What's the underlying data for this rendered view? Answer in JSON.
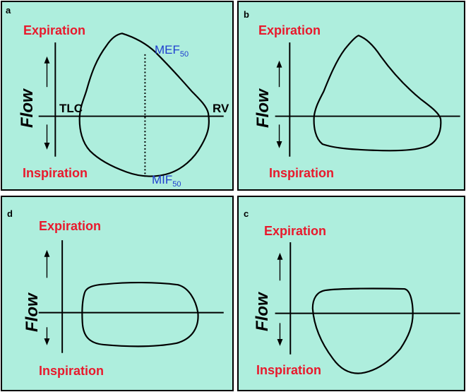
{
  "panels": [
    {
      "id": "a",
      "letter": "a",
      "expiration": "Expiration",
      "inspiration": "Inspiration",
      "axis_label": "Flow",
      "tlc": "TLC",
      "rv": "RV",
      "mef": "MEF",
      "mef_sub": "50",
      "mif": "MIF",
      "mif_sub": "50"
    },
    {
      "id": "b",
      "letter": "b",
      "expiration": "Expiration",
      "inspiration": "Inspiration",
      "axis_label": "Flow"
    },
    {
      "id": "d",
      "letter": "d",
      "expiration": "Expiration",
      "inspiration": "Inspiration",
      "axis_label": "Flow"
    },
    {
      "id": "c",
      "letter": "c",
      "expiration": "Expiration",
      "inspiration": "Inspiration",
      "axis_label": "Flow"
    }
  ],
  "colors": {
    "background": "#aeeedd",
    "label_red": "#e8192c",
    "label_blue": "#1f3ecf"
  }
}
